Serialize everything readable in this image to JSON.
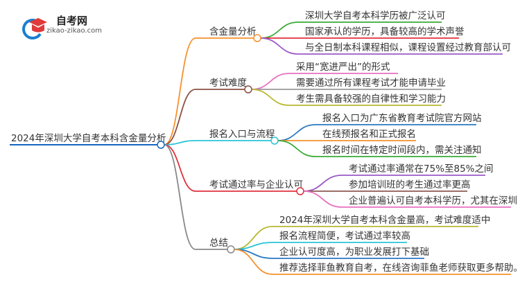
{
  "logo": {
    "title": "自考网",
    "subtitle": "zikao-zikao.com",
    "colors": {
      "ring": "#1a7fd0",
      "cap": "#e03a3a"
    }
  },
  "root": {
    "label": "2024年深圳大学自考本科含金量分析",
    "color": "#1565c0"
  },
  "branches": [
    {
      "label": "含金量分析",
      "color": "#f7902a",
      "children": [
        {
          "label": "深圳大学自考本科学历被广泛认可",
          "color": "#3aaa35"
        },
        {
          "label": "国家承认的学历，具备较高的学术声誉",
          "color": "#e0303a"
        },
        {
          "label": "与全日制本科课程相似，课程设置经过教育部认可",
          "color": "#9b59c8"
        }
      ]
    },
    {
      "label": "考试难度",
      "color": "#8b5040",
      "children": [
        {
          "label": "采用“宽进严出”的形式",
          "color": "#e870c0"
        },
        {
          "label": "需要通过所有课程考试才能申请毕业",
          "color": "#999999"
        },
        {
          "label": "考生需具备较强的自律性和学习能力",
          "color": "#b8b830"
        }
      ]
    },
    {
      "label": "报名入口与流程",
      "color": "#2cc4d8",
      "children": [
        {
          "label": "报名入口为广东省教育考试院官方网站",
          "color": "#2a78c0"
        },
        {
          "label": "在线预报名和正式报名",
          "color": "#f7902a"
        },
        {
          "label": "报名时间在特定时间段内，需关注通知",
          "color": "#3aaa35"
        }
      ]
    },
    {
      "label": "考试通过率与企业认可",
      "color": "#e0303a",
      "children": [
        {
          "label": "考试通过率通常在75%至85%之间",
          "color": "#9b59c8"
        },
        {
          "label": "参加培训班的考生通过率更高",
          "color": "#8b5a50"
        },
        {
          "label": "企业普遍认可自考本科学历，尤其在深圳",
          "color": "#e870c0"
        }
      ]
    },
    {
      "label": "总结",
      "color": "#888888",
      "children": [
        {
          "label": "2024年深圳大学自考本科含金量高，考试难度适中",
          "color": "#b8b830"
        },
        {
          "label": "报名流程简便，考试通过率较高",
          "color": "#2cc4d8"
        },
        {
          "label": "企业认可度高，为职业发展打下基础",
          "color": "#2a78c0"
        },
        {
          "label": "推荐选择菲鱼教育自考，在线咨询菲鱼老师获取更多帮助。",
          "color": "#f7902a"
        }
      ]
    }
  ]
}
